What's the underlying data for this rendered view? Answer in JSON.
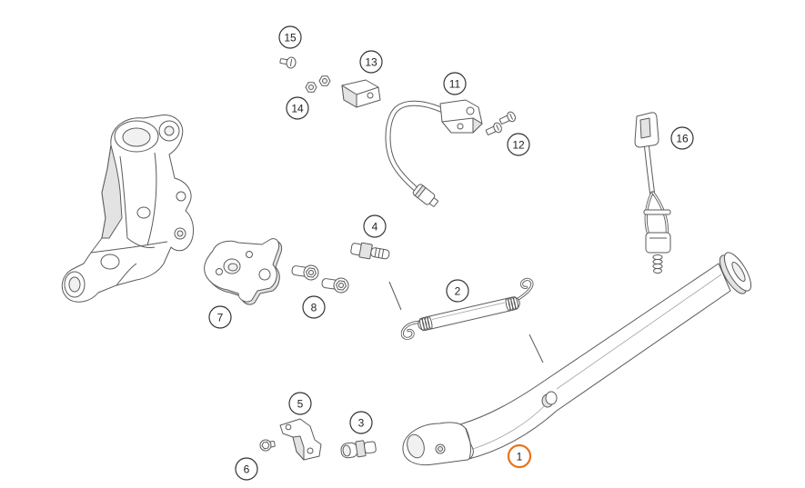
{
  "diagram": {
    "callouts": [
      {
        "label": "1",
        "selected": true
      },
      {
        "label": "2",
        "selected": false
      },
      {
        "label": "3",
        "selected": false
      },
      {
        "label": "4",
        "selected": false
      },
      {
        "label": "5",
        "selected": false
      },
      {
        "label": "6",
        "selected": false
      },
      {
        "label": "7",
        "selected": false
      },
      {
        "label": "8",
        "selected": false
      },
      {
        "label": "11",
        "selected": false
      },
      {
        "label": "12",
        "selected": false
      },
      {
        "label": "13",
        "selected": false
      },
      {
        "label": "14",
        "selected": false
      },
      {
        "label": "15",
        "selected": false
      },
      {
        "label": "16",
        "selected": false
      }
    ]
  },
  "colors": {
    "background": "#ffffff",
    "line": "#5a5a5a",
    "callout_ring": "#333333",
    "selected": "#e8731a"
  }
}
